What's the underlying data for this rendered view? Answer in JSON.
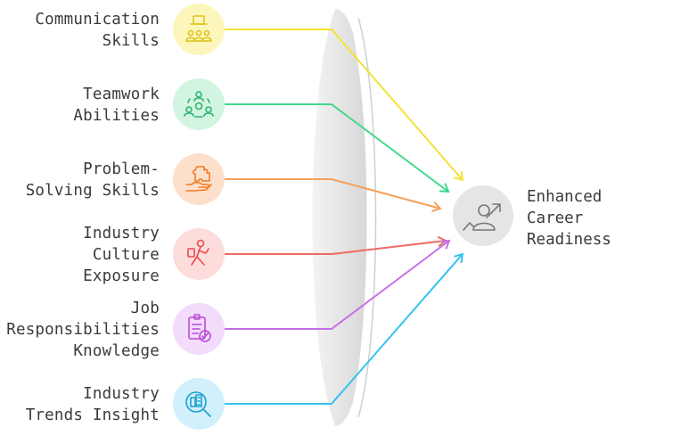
{
  "inputs": [
    {
      "label": "Communication\nSkills",
      "icon": "presentation-people-icon",
      "fill": "#fdf6bc",
      "stroke": "#e0c11a",
      "line": "#f3e233"
    },
    {
      "label": "Teamwork\nAbilities",
      "icon": "team-cycle-icon",
      "fill": "#d2f5e1",
      "stroke": "#2bb56f",
      "line": "#3fd98c"
    },
    {
      "label": "Problem-\nSolving Skills",
      "icon": "hand-puzzle-icon",
      "fill": "#fde0cc",
      "stroke": "#ee7a26",
      "line": "#f4a15a"
    },
    {
      "label": "Industry\nCulture\nExposure",
      "icon": "worker-icon",
      "fill": "#fddcdc",
      "stroke": "#ea4a4a",
      "line": "#ef6a64"
    },
    {
      "label": "Job\nResponsibilities\nKnowledge",
      "icon": "clipboard-check-icon",
      "fill": "#f3dcfb",
      "stroke": "#b84ad6",
      "line": "#c570e4"
    },
    {
      "label": "Industry\nTrends Insight",
      "icon": "magnifier-buildings-icon",
      "fill": "#d2f0fb",
      "stroke": "#1a9fd0",
      "line": "#35c4ee"
    }
  ],
  "output": {
    "label": "Enhanced\nCareer\nReadiness",
    "icon": "person-growth-icon",
    "fill": "#e5e5e5",
    "stroke": "#777777"
  }
}
